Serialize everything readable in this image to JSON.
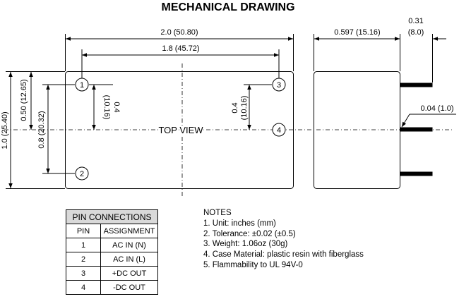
{
  "title": "MECHANICAL DRAWING",
  "top_view": {
    "label": "TOP VIEW",
    "dim_length": "2.0 (50.80)",
    "dim_pin_span": "1.8 (45.72)",
    "dim_height": "1.0 (25.40)",
    "dim_pin1_to_center": "0.50 (12.65)",
    "dim_pin1_to_pin2": "0.8 (20.32)",
    "dim_pin1_to_ref_value": "0.4",
    "dim_pin1_to_ref_mm": "(10.16)",
    "dim_pin3_to_pin4_value": "0.4",
    "dim_pin3_to_pin4_mm": "(10.16)",
    "pins": [
      "1",
      "2",
      "3",
      "4"
    ]
  },
  "side_view": {
    "dim_depth": "0.597 (15.16)",
    "dim_pin_length_value": "0.31",
    "dim_pin_length_mm": "(8.0)",
    "dim_pin_diameter": "0.04 (1.0)"
  },
  "pin_table": {
    "caption": "PIN CONNECTIONS",
    "headers": [
      "PIN",
      "ASSIGNMENT"
    ],
    "rows": [
      {
        "pin": "1",
        "assignment": "AC IN (N)"
      },
      {
        "pin": "2",
        "assignment": "AC IN (L)"
      },
      {
        "pin": "3",
        "assignment": "+DC OUT"
      },
      {
        "pin": "4",
        "assignment": "-DC OUT"
      }
    ]
  },
  "notes": {
    "heading": "NOTES",
    "items": [
      "1. Unit: inches (mm)",
      "2. Tolerance: ±0.02 (±0.5)",
      "3. Weight: 1.06oz (30g)",
      "4. Case Material: plastic resin with fiberglass",
      "5. Flammability to UL 94V-0"
    ]
  }
}
